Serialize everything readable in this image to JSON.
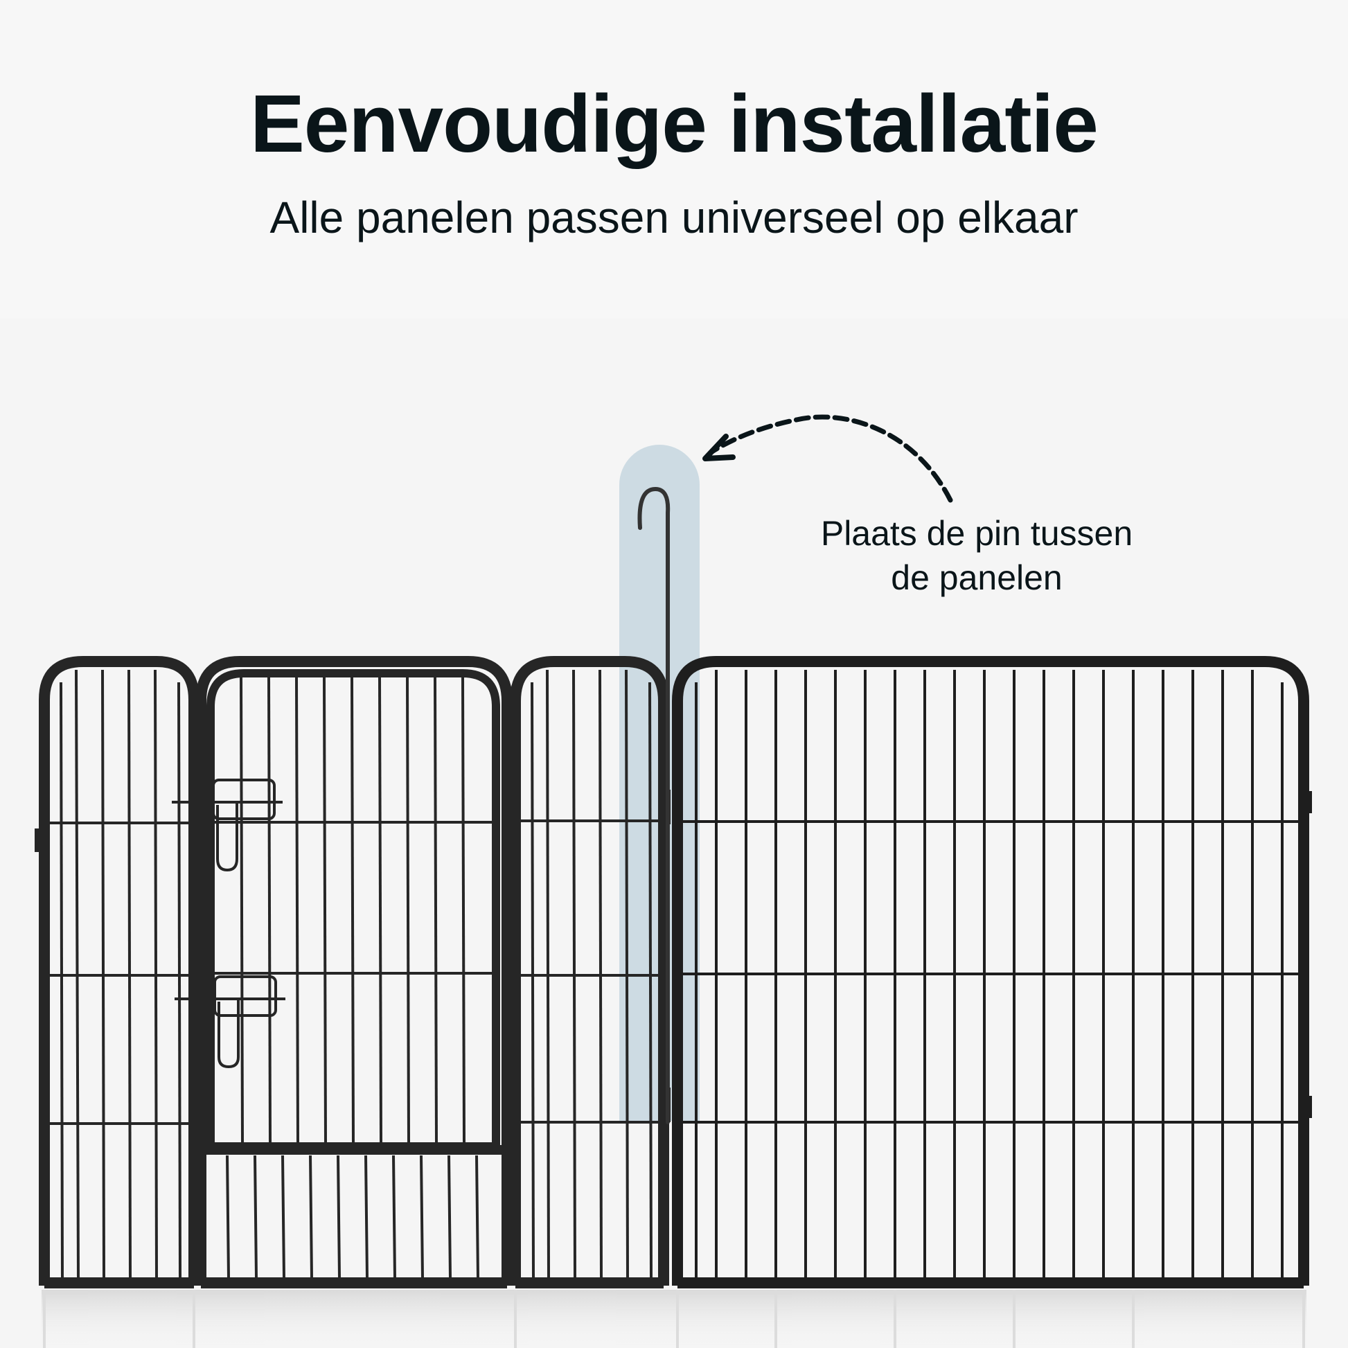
{
  "header": {
    "title": "Eenvoudige installatie",
    "subtitle": "Alle panelen passen universeel op elkaar"
  },
  "callout": {
    "line1": "Plaats de pin tussen",
    "line2": "de panelen",
    "arrow_icon": "dashed-curved-arrow-icon"
  },
  "illustration": {
    "subject": "metal dog pen panels with connecting pin",
    "panels": [
      {
        "name": "narrow-left-panel",
        "type": "panel"
      },
      {
        "name": "door-panel",
        "type": "panel-with-door",
        "latches": 2
      },
      {
        "name": "narrow-right-panel",
        "type": "panel"
      },
      {
        "name": "wide-panel",
        "type": "panel"
      }
    ],
    "pin_highlight": "connecting pin between panels"
  },
  "colors": {
    "background": "#f6f6f6",
    "text": "#0a1519",
    "highlight": "#cddbe3",
    "frame": "#2a2a2a",
    "wire": "#1c1c1c"
  }
}
